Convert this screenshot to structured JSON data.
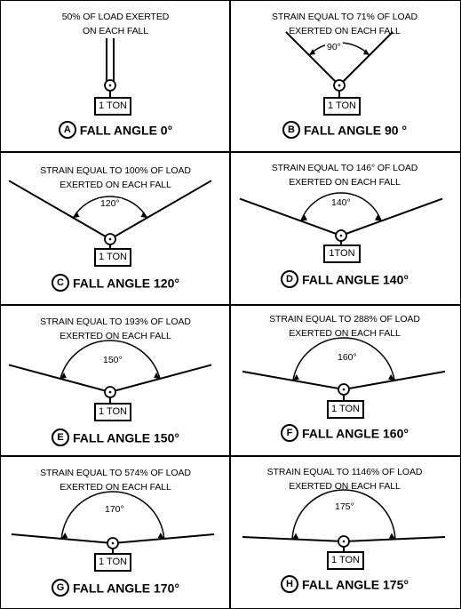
{
  "panels": [
    {
      "letter": "A",
      "title": "FALL ANGLE 0°",
      "caption_1": "50% OF LOAD EXERTED",
      "caption_2": "ON EACH FALL",
      "angle": 0,
      "load": "1 TON",
      "angle_label": ""
    },
    {
      "letter": "B",
      "title": "FALL ANGLE 90 °",
      "caption_1": "STRAIN EQUAL TO 71% OF LOAD",
      "caption_2": "EXERTED ON EACH FALL",
      "angle": 90,
      "load": "1 TON",
      "angle_label": "90°"
    },
    {
      "letter": "C",
      "title": "FALL ANGLE 120°",
      "caption_1": "STRAIN EQUAL TO 100% OF LOAD",
      "caption_2": "EXERTED ON EACH FALL",
      "angle": 120,
      "load": "1 TON",
      "angle_label": "120°"
    },
    {
      "letter": "D",
      "title": "FALL ANGLE 140°",
      "caption_1": "STRAIN EQUAL TO 146° OF LOAD",
      "caption_2": "EXERTED ON EACH FALL",
      "angle": 140,
      "load": "1TON",
      "angle_label": "140°"
    },
    {
      "letter": "E",
      "title": "FALL ANGLE 150°",
      "caption_1": "STRAIN EQUAL TO 193% OF LOAD",
      "caption_2": "EXERTED ON EACH FALL",
      "angle": 150,
      "load": "1 TON",
      "angle_label": "150°"
    },
    {
      "letter": "F",
      "title": "FALL ANGLE 160°",
      "caption_1": "STRAIN EQUAL TO 288% OF LOAD",
      "caption_2": "EXERTED ON EACH FALL",
      "angle": 160,
      "load": "1 TON",
      "angle_label": "160°"
    },
    {
      "letter": "G",
      "title": "FALL ANGLE 170°",
      "caption_1": "STRAIN EQUAL TO 574% OF LOAD",
      "caption_2": "EXERTED ON EACH FALL",
      "angle": 170,
      "load": "1 TON",
      "angle_label": "170°"
    },
    {
      "letter": "H",
      "title": "FALL ANGLE 175°",
      "caption_1": "STRAIN EQUAL TO 1146% OF LOAD",
      "caption_2": "EXERTED ON EACH FALL",
      "angle": 175,
      "load": "1 TON",
      "angle_label": "175°"
    }
  ]
}
